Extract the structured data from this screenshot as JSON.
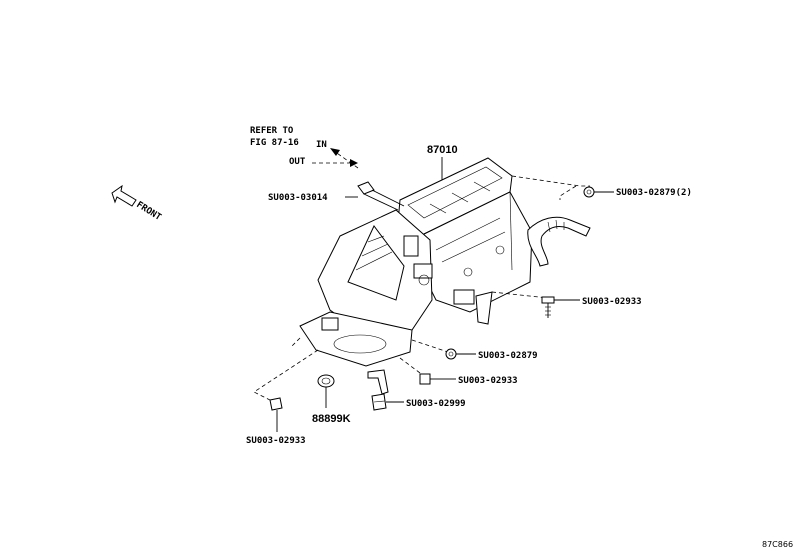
{
  "diagram_code": "87C866",
  "reference": {
    "line1": "REFER TO",
    "line2": "FIG 87-16"
  },
  "flow": {
    "in": "IN",
    "out": "OUT"
  },
  "direction": {
    "front": "FRONT"
  },
  "parts": {
    "main_unit": "87010",
    "seal": "88899K",
    "clip_upper": "SU003-03014",
    "nut_top_right": "SU003-02879(2)",
    "screw_right": "SU003-02933",
    "nut_mid": "SU003-02879",
    "screw_mid": "SU003-02933",
    "clip_lower": "SU003-02999",
    "screw_left": "SU003-02933"
  }
}
